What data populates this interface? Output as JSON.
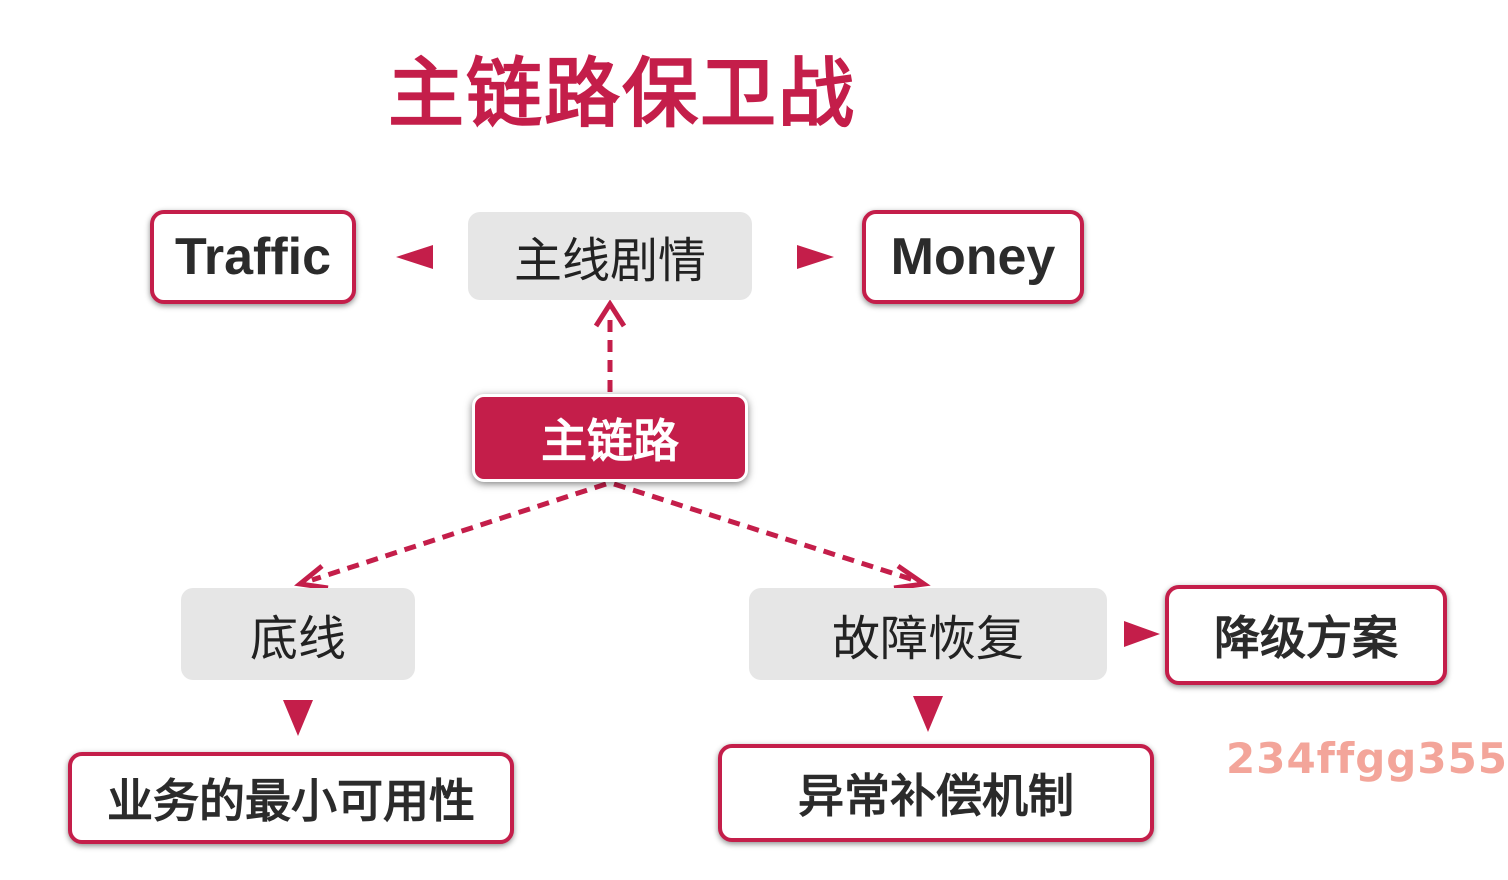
{
  "title": "主链路保卫战",
  "nodes": {
    "center": "主链路",
    "storyline": "主线剧情",
    "traffic": "Traffic",
    "money": "Money",
    "baseline": "底线",
    "recovery": "故障恢复",
    "degrade": "降级方案",
    "mvp": "业务的最小可用性",
    "compensation": "异常补偿机制"
  },
  "watermark": "234ffgg355",
  "colors": {
    "accent": "#c41e4a",
    "box_gray": "#e6e6e6",
    "text_dark": "#2b2b2b",
    "watermark": "#f3a59a"
  }
}
